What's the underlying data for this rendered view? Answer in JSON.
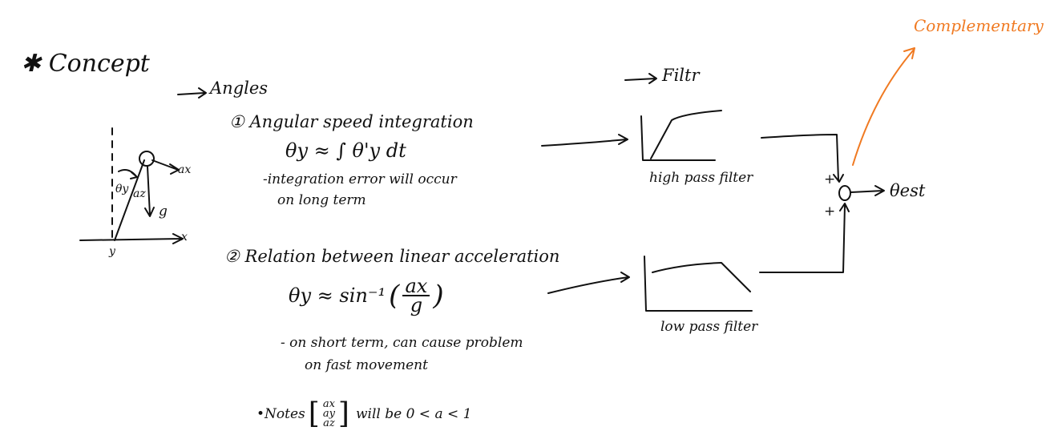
{
  "heading": {
    "star": "✱",
    "title": "Concept"
  },
  "angles": {
    "label": "Angles",
    "item1": {
      "number": "①",
      "title": "Angular speed integration",
      "formula": "θy ≈ ∫ θ'y dt",
      "note_line1": "-integration error will occur",
      "note_line2": "on long term"
    },
    "item2": {
      "number": "②",
      "title": "Relation between linear acceleration",
      "formula_lhs": "θy ≈ sin⁻¹",
      "frac_num": "ax",
      "frac_den": "g",
      "note_line1": "- on short term, can cause problem",
      "note_line2": "on fast movement"
    },
    "notes": {
      "prefix": "•Notes",
      "vec": [
        "ax",
        "ay",
        "az"
      ],
      "suffix": "will be 0 < a < 1"
    }
  },
  "pendulum": {
    "ax": "ax",
    "az": "az",
    "theta": "θy",
    "g": "g",
    "x": "x",
    "y": "y"
  },
  "filter": {
    "label": "Filtr",
    "high_pass": "high pass filter",
    "low_pass": "low pass filter",
    "plus_top": "+",
    "plus_bottom": "+",
    "output": "θest",
    "complementary": "Complementary"
  },
  "colors": {
    "ink": "#111111",
    "accent": "#f07a22"
  }
}
